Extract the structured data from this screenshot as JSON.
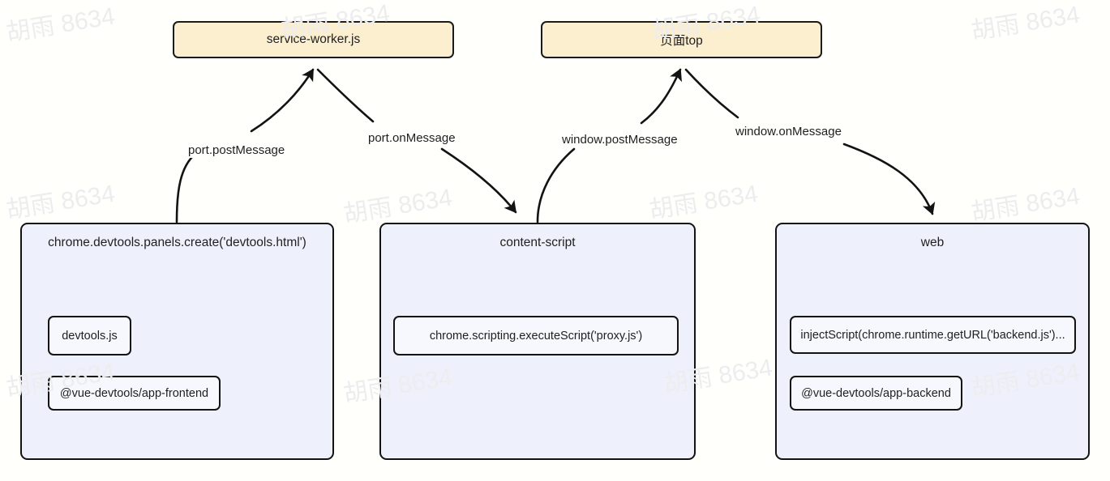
{
  "diagram": {
    "type": "flowchart",
    "title": "Vue DevTools chrome extension messaging architecture",
    "watermark": "胡雨 8634",
    "colors": {
      "background": "#fffffc",
      "top_box_fill": "#fcefd0",
      "panel_fill": "#eef1fb",
      "node_fill": "#f7f8fd",
      "stroke": "#131313",
      "text": "#1f1f1f",
      "watermark": "#ededf0"
    },
    "top_nodes": [
      {
        "id": "service-worker",
        "label": "service-worker.js"
      },
      {
        "id": "page-top",
        "label": "页面top"
      }
    ],
    "panels": [
      {
        "id": "devtools-panel",
        "title": "chrome.devtools.panels.create('devtools.html')",
        "children": [
          {
            "id": "devtools-js",
            "label": "devtools.js"
          },
          {
            "id": "app-frontend",
            "label": "@vue-devtools/app-frontend"
          }
        ]
      },
      {
        "id": "content-script",
        "title": "content-script",
        "children": [
          {
            "id": "execute-script",
            "label": "chrome.scripting.executeScript('proxy.js')"
          }
        ]
      },
      {
        "id": "web",
        "title": "web",
        "children": [
          {
            "id": "inject-script",
            "label": "injectScript(chrome.runtime.getURL('backend.js')..."
          },
          {
            "id": "app-backend",
            "label": "@vue-devtools/app-backend"
          }
        ]
      }
    ],
    "edges": [
      {
        "id": "edge-port-post",
        "label": "port.postMessage",
        "from": "devtools-panel",
        "to": "service-worker"
      },
      {
        "id": "edge-port-on",
        "label": "port.onMessage",
        "from": "service-worker",
        "to": "content-script"
      },
      {
        "id": "edge-window-post",
        "label": "window.postMessage",
        "from": "content-script",
        "to": "page-top"
      },
      {
        "id": "edge-window-on",
        "label": "window.onMessage",
        "from": "page-top",
        "to": "web"
      }
    ]
  }
}
